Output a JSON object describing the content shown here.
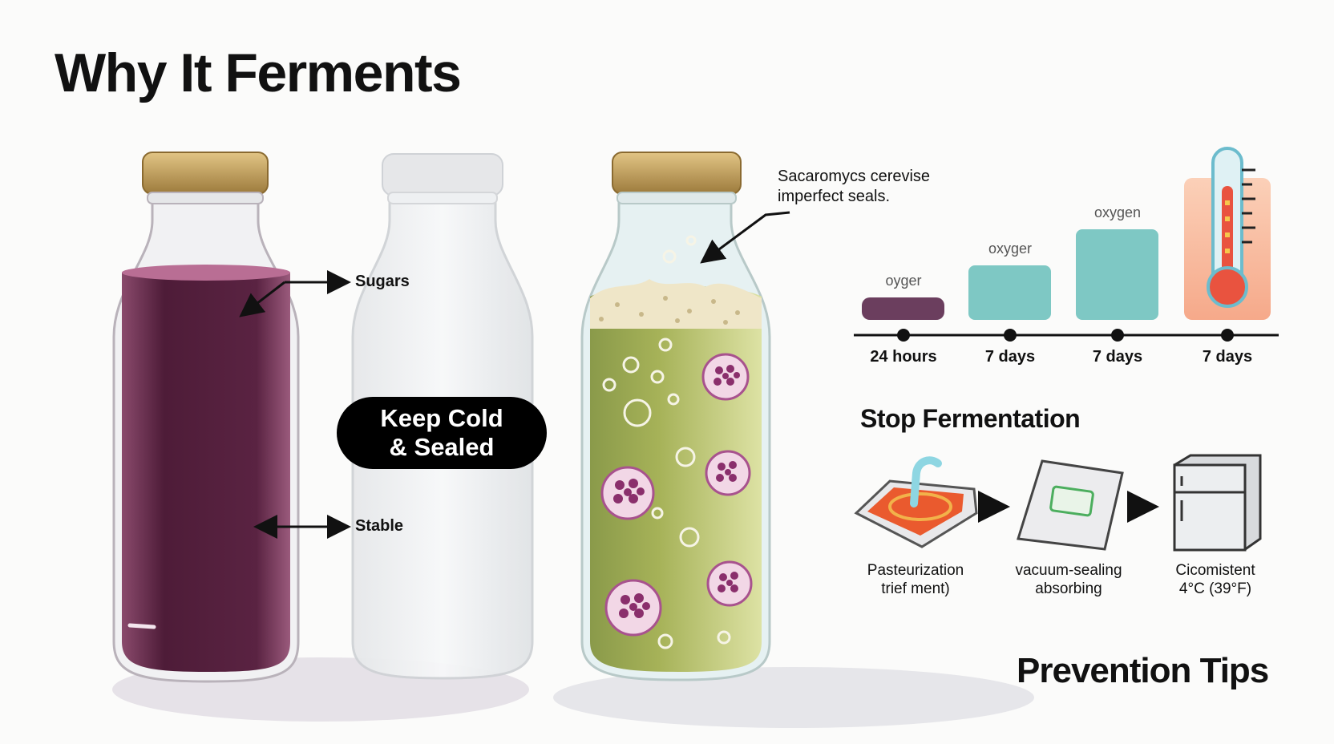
{
  "title": "Why It Ferments",
  "bottles": {
    "labels": {
      "sugars": "Sugars",
      "stable": "Stable"
    },
    "badge": {
      "line1": "Keep Cold",
      "line2": "& Sealed"
    },
    "callout": {
      "line1": "Sacaromycs cerevise",
      "line2": "imperfect seals."
    }
  },
  "timeline": {
    "bars": [
      {
        "label": "oyger",
        "time": "24 hours",
        "color": "#6b3e5e"
      },
      {
        "label": "oxyger",
        "time": "7 days",
        "color": "#7ec8c4"
      },
      {
        "label": "oxygen",
        "time": "7 days",
        "color": "#7ec8c4"
      },
      {
        "label": "",
        "time": "7 days",
        "color": "#f7b99c"
      }
    ]
  },
  "stop_fermentation": {
    "title": "Stop Fermentation",
    "steps": [
      {
        "line1": "Pasteurization",
        "line2": "trief ment)"
      },
      {
        "line1": "vacuum-sealing",
        "line2": "absorbing"
      },
      {
        "line1": "Cicomistent",
        "line2": "4°C (39°F)"
      }
    ]
  },
  "footer": {
    "heading": "Prevention Tips"
  },
  "colors": {
    "juice": "#5a2240",
    "ferment": "#b8c46a",
    "yeast": "#a8528e",
    "teal": "#7ec8c4",
    "cap": "#c9a55f"
  }
}
